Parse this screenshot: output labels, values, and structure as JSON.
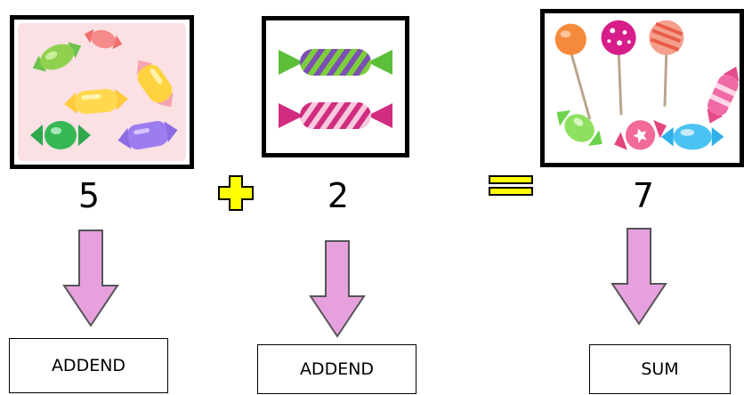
{
  "equation": {
    "addend1": {
      "value": "5",
      "label": "ADDEND",
      "image_icon": "five-candies-icon"
    },
    "plus_icon": "plus-icon",
    "addend2": {
      "value": "2",
      "label": "ADDEND",
      "image_icon": "two-candies-icon"
    },
    "equals_icon": "equals-icon",
    "sum": {
      "value": "7",
      "label": "SUM",
      "image_icon": "seven-candies-icon"
    }
  },
  "colors": {
    "arrow_fill": "#e6a0de",
    "operator_fill": "#ffff00",
    "frame_border": "#000000",
    "candy_bg_pink": "#fbe0e4"
  }
}
